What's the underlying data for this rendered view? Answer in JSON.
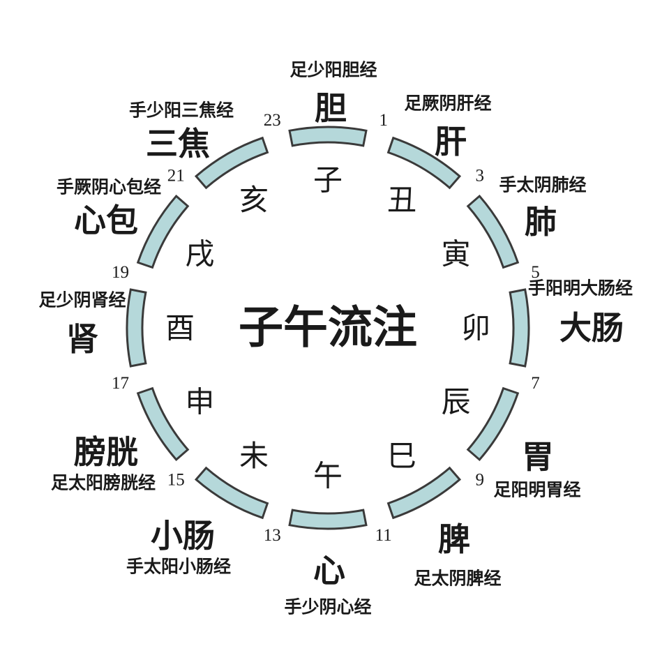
{
  "title": "子午流注",
  "colors": {
    "arc_fill": "#b5d8da",
    "arc_stroke": "#3a3a3a",
    "text": "#1a1a1a",
    "background": "#ffffff"
  },
  "segments": [
    {
      "branch": "子",
      "organ": "胆",
      "meridian": "足少阳胆经",
      "start_hour": "23"
    },
    {
      "branch": "丑",
      "organ": "肝",
      "meridian": "足厥阴肝经",
      "start_hour": "1"
    },
    {
      "branch": "寅",
      "organ": "肺",
      "meridian": "手太阴肺经",
      "start_hour": "3"
    },
    {
      "branch": "卯",
      "organ": "大肠",
      "meridian": "手阳明大肠经",
      "start_hour": "5"
    },
    {
      "branch": "辰",
      "organ": "胃",
      "meridian": "足阳明胃经",
      "start_hour": "7"
    },
    {
      "branch": "巳",
      "organ": "脾",
      "meridian": "足太阴脾经",
      "start_hour": "9"
    },
    {
      "branch": "午",
      "organ": "心",
      "meridian": "手少阴心经",
      "start_hour": "11"
    },
    {
      "branch": "未",
      "organ": "小肠",
      "meridian": "手太阳小肠经",
      "start_hour": "13"
    },
    {
      "branch": "申",
      "organ": "膀胱",
      "meridian": "足太阳膀胱经",
      "start_hour": "15"
    },
    {
      "branch": "酉",
      "organ": "肾",
      "meridian": "足少阴肾经",
      "start_hour": "17"
    },
    {
      "branch": "戌",
      "organ": "心包",
      "meridian": "手厥阴心包经",
      "start_hour": "19"
    },
    {
      "branch": "亥",
      "organ": "三焦",
      "meridian": "手少阳三焦经",
      "start_hour": "21"
    }
  ]
}
